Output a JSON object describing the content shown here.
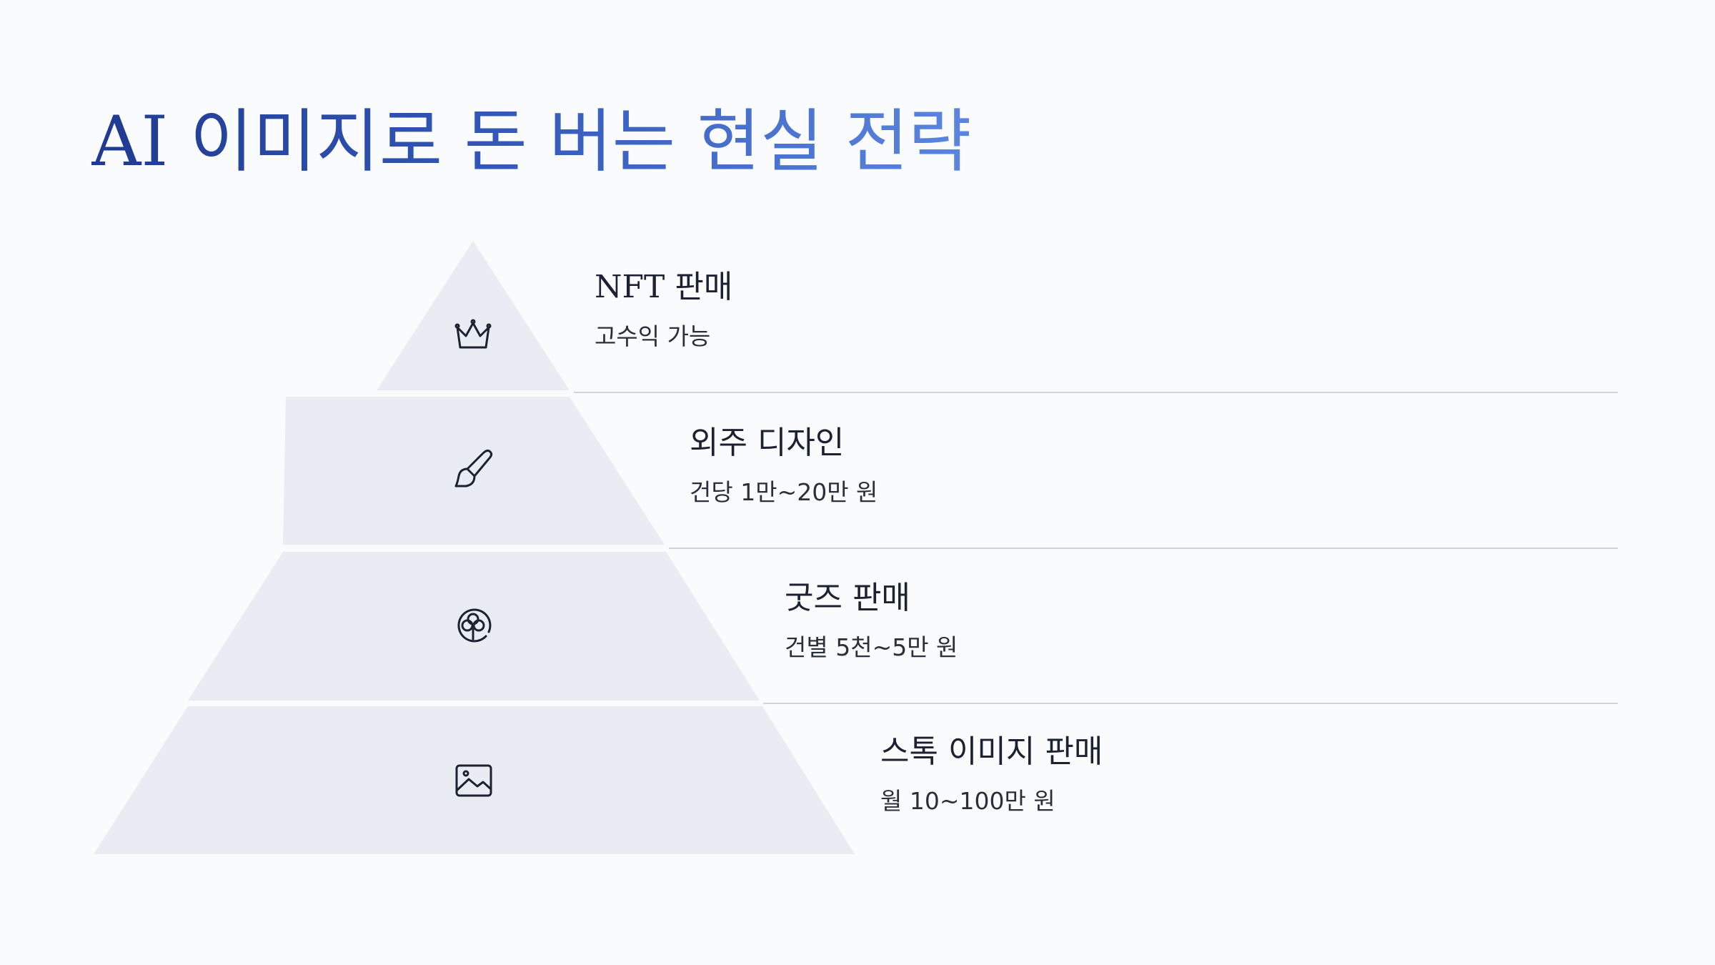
{
  "title": "AI 이미지로 돈 버는 현실 전략",
  "tiers": [
    {
      "heading": "NFT 판매",
      "desc": "고수익 가능",
      "icon": "crown-icon"
    },
    {
      "heading": "외주 디자인",
      "desc": "건당 1만~20만 원",
      "icon": "paintbrush-icon"
    },
    {
      "heading": "굿즈 판매",
      "desc": "건별 5천~5만 원",
      "icon": "flower-badge-icon"
    },
    {
      "heading": "스톡 이미지 판매",
      "desc": "월 10~100만 원",
      "icon": "image-icon"
    }
  ],
  "colors": {
    "title_gradient_start": "#1f3a8f",
    "title_gradient_end": "#5b86df",
    "tier_fill": "#e9ecf3",
    "divider": "#d0d3da",
    "text": "#1d2233",
    "background": "#f9fbfd"
  }
}
